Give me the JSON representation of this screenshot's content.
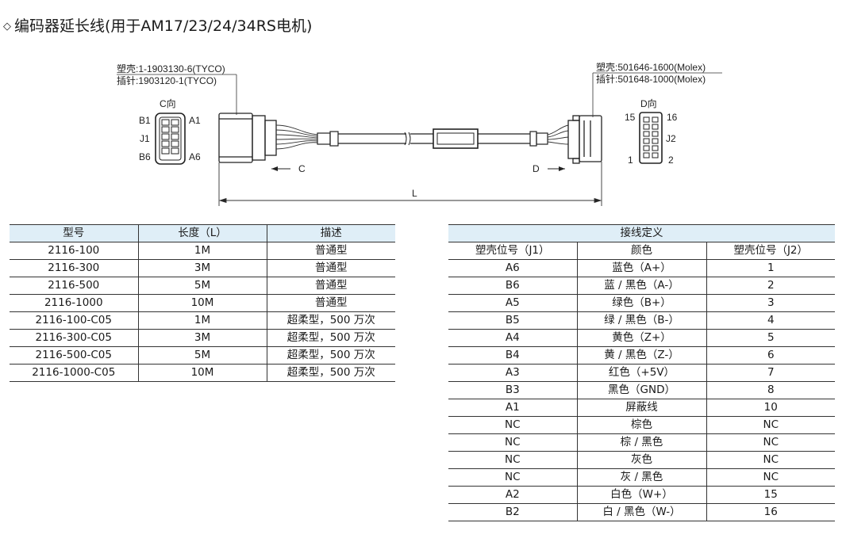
{
  "title": {
    "bullet": "◇",
    "text": "编码器延长线(用于AM17/23/24/34RS电机)"
  },
  "drawing": {
    "left_connector": {
      "shell": "塑壳:1-1903130-6(TYCO)",
      "pin": "插针:1903120-1(TYCO)",
      "view_label": "C向",
      "pin_b1": "B1",
      "pin_a1": "A1",
      "jack": "J1",
      "pin_b6": "B6",
      "pin_a6": "A6",
      "arrow_label": "C"
    },
    "right_connector": {
      "shell": "塑壳:501646-1600(Molex)",
      "pin": "插针:501648-1000(Molex)",
      "view_label": "D向",
      "pin_15": "15",
      "pin_16": "16",
      "jack": "J2",
      "pin_1": "1",
      "pin_2": "2",
      "arrow_label": "D"
    },
    "length_label": "L"
  },
  "model_table": {
    "headers": [
      "型号",
      "长度（L）",
      "描述"
    ],
    "rows": [
      [
        "2116-100",
        "1M",
        "普通型"
      ],
      [
        "2116-300",
        "3M",
        "普通型"
      ],
      [
        "2116-500",
        "5M",
        "普通型"
      ],
      [
        "2116-1000",
        "10M",
        "普通型"
      ],
      [
        "2116-100-C05",
        "1M",
        "超柔型，500 万次"
      ],
      [
        "2116-300-C05",
        "3M",
        "超柔型，500 万次"
      ],
      [
        "2116-500-C05",
        "5M",
        "超柔型，500 万次"
      ],
      [
        "2116-1000-C05",
        "10M",
        "超柔型，500 万次"
      ]
    ]
  },
  "wiring_table": {
    "title": "接线定义",
    "headers": [
      "塑壳位号（J1）",
      "颜色",
      "塑壳位号（J2）"
    ],
    "rows": [
      [
        "A6",
        "蓝色（A+）",
        "1"
      ],
      [
        "B6",
        "蓝 / 黑色（A-）",
        "2"
      ],
      [
        "A5",
        "绿色（B+）",
        "3"
      ],
      [
        "B5",
        "绿 / 黑色（B-）",
        "4"
      ],
      [
        "A4",
        "黄色（Z+）",
        "5"
      ],
      [
        "B4",
        "黄 / 黑色（Z-）",
        "6"
      ],
      [
        "A3",
        "红色（+5V）",
        "7"
      ],
      [
        "B3",
        "黑色（GND）",
        "8"
      ],
      [
        "A1",
        "屏蔽线",
        "10"
      ],
      [
        "NC",
        "棕色",
        "NC"
      ],
      [
        "NC",
        "棕 / 黑色",
        "NC"
      ],
      [
        "NC",
        "灰色",
        "NC"
      ],
      [
        "NC",
        "灰 / 黑色",
        "NC"
      ],
      [
        "A2",
        "白色（W+）",
        "15"
      ],
      [
        "B2",
        "白 / 黑色（W-）",
        "16"
      ]
    ]
  }
}
